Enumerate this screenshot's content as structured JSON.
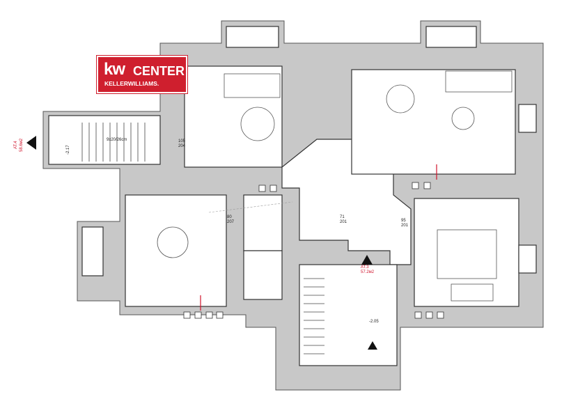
{
  "logo": {
    "mark": "kw",
    "word": "CENTER",
    "sub": "KELLERWILLIAMS."
  },
  "labels": {
    "apt4": "АТ.4",
    "apt4_area": "58.6м2",
    "apt3": "АТ.3",
    "apt3_area": "57.2м2",
    "stairs": "9x20/26cm",
    "lvl_217": "-2.17",
    "lvl_205": "-2.05",
    "d105": "105",
    "d204": "204",
    "d80": "80",
    "d207": "207",
    "d71": "71",
    "d201": "201",
    "d95": "95",
    "d201b": "201"
  },
  "colors": {
    "wall": "#9b9b9b",
    "roof": "#c8c8c8",
    "brand": "#cf1f2e",
    "accent": "#d0142c"
  }
}
